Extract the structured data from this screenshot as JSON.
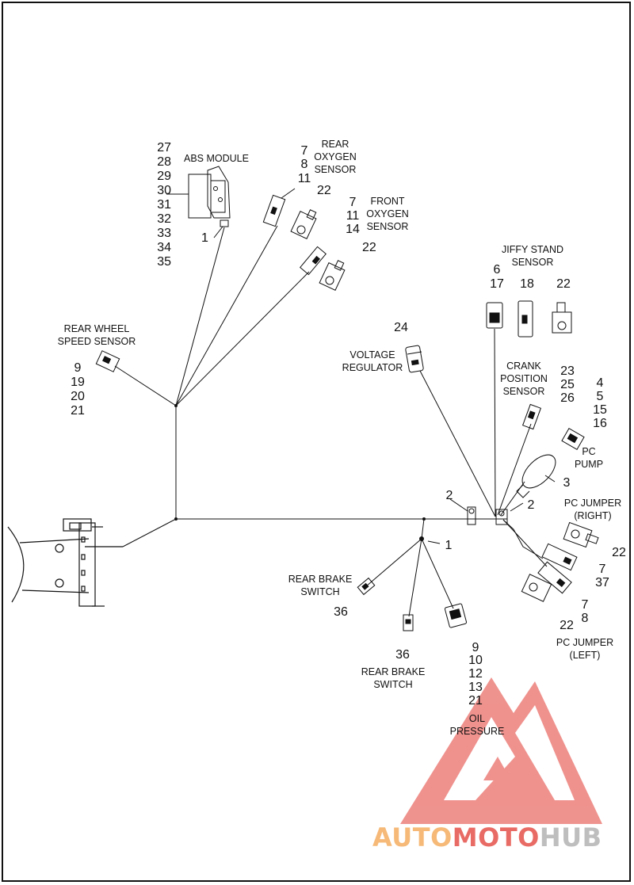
{
  "colors": {
    "line": "#111111",
    "watermark_red": "#e23a32",
    "watermark_orange": "#f4a24a",
    "watermark_gray": "#a9a9a9"
  },
  "labels": {
    "abs_module": "ABS MODULE",
    "abs_numbers": [
      "27",
      "28",
      "29",
      "30",
      "31",
      "32",
      "33",
      "34",
      "35"
    ],
    "abs_callout": "1",
    "rear_oxygen": [
      "REAR",
      "OXYGEN",
      "SENSOR"
    ],
    "rear_oxygen_numbers": [
      "7",
      "8",
      "11"
    ],
    "rear_oxygen_conn": "22",
    "front_oxygen": [
      "FRONT",
      "OXYGEN",
      "SENSOR"
    ],
    "front_oxygen_numbers": [
      "7",
      "11",
      "14"
    ],
    "front_oxygen_conn": "22",
    "rear_wheel_speed": [
      "REAR WHEEL",
      "SPEED SENSOR"
    ],
    "rear_wheel_numbers": [
      "9",
      "19",
      "20",
      "21"
    ],
    "jiffy_stand": [
      "JIFFY STAND",
      "SENSOR"
    ],
    "jiffy_numbers_a": [
      "6",
      "17"
    ],
    "jiffy_number_b": "18",
    "jiffy_number_c": "22",
    "voltage_regulator": [
      "VOLTAGE",
      "REGULATOR"
    ],
    "voltage_number": "24",
    "crank_position": [
      "CRANK",
      "POSITION",
      "SENSOR"
    ],
    "crank_numbers": [
      "23",
      "25",
      "26"
    ],
    "pc_pump": [
      "PC",
      "PUMP"
    ],
    "pc_pump_numbers": [
      "4",
      "5",
      "15",
      "16"
    ],
    "pc_pump_callout": "3",
    "clip_left": "2",
    "clip_right": "2",
    "junction_callout": "1",
    "pc_jumper_right": [
      "PC JUMPER",
      "(RIGHT)"
    ],
    "pc_jumper_right_conn": "22",
    "pc_jumper_right_numbers": [
      "7",
      "37"
    ],
    "pc_jumper_left": [
      "PC JUMPER",
      "(LEFT)"
    ],
    "pc_jumper_left_conn": "22",
    "pc_jumper_left_numbers": [
      "7",
      "8"
    ],
    "rear_brake_1": [
      "REAR BRAKE",
      "SWITCH"
    ],
    "rear_brake_1_number": "36",
    "rear_brake_2": [
      "REAR BRAKE",
      "SWITCH"
    ],
    "rear_brake_2_number": "36",
    "oil_pressure": [
      "OIL",
      "PRESSURE"
    ],
    "oil_numbers": [
      "9",
      "10",
      "12",
      "13",
      "21"
    ]
  },
  "watermark": {
    "part1": "AUTO",
    "part2": "MOTO",
    "part3": "HUB"
  }
}
